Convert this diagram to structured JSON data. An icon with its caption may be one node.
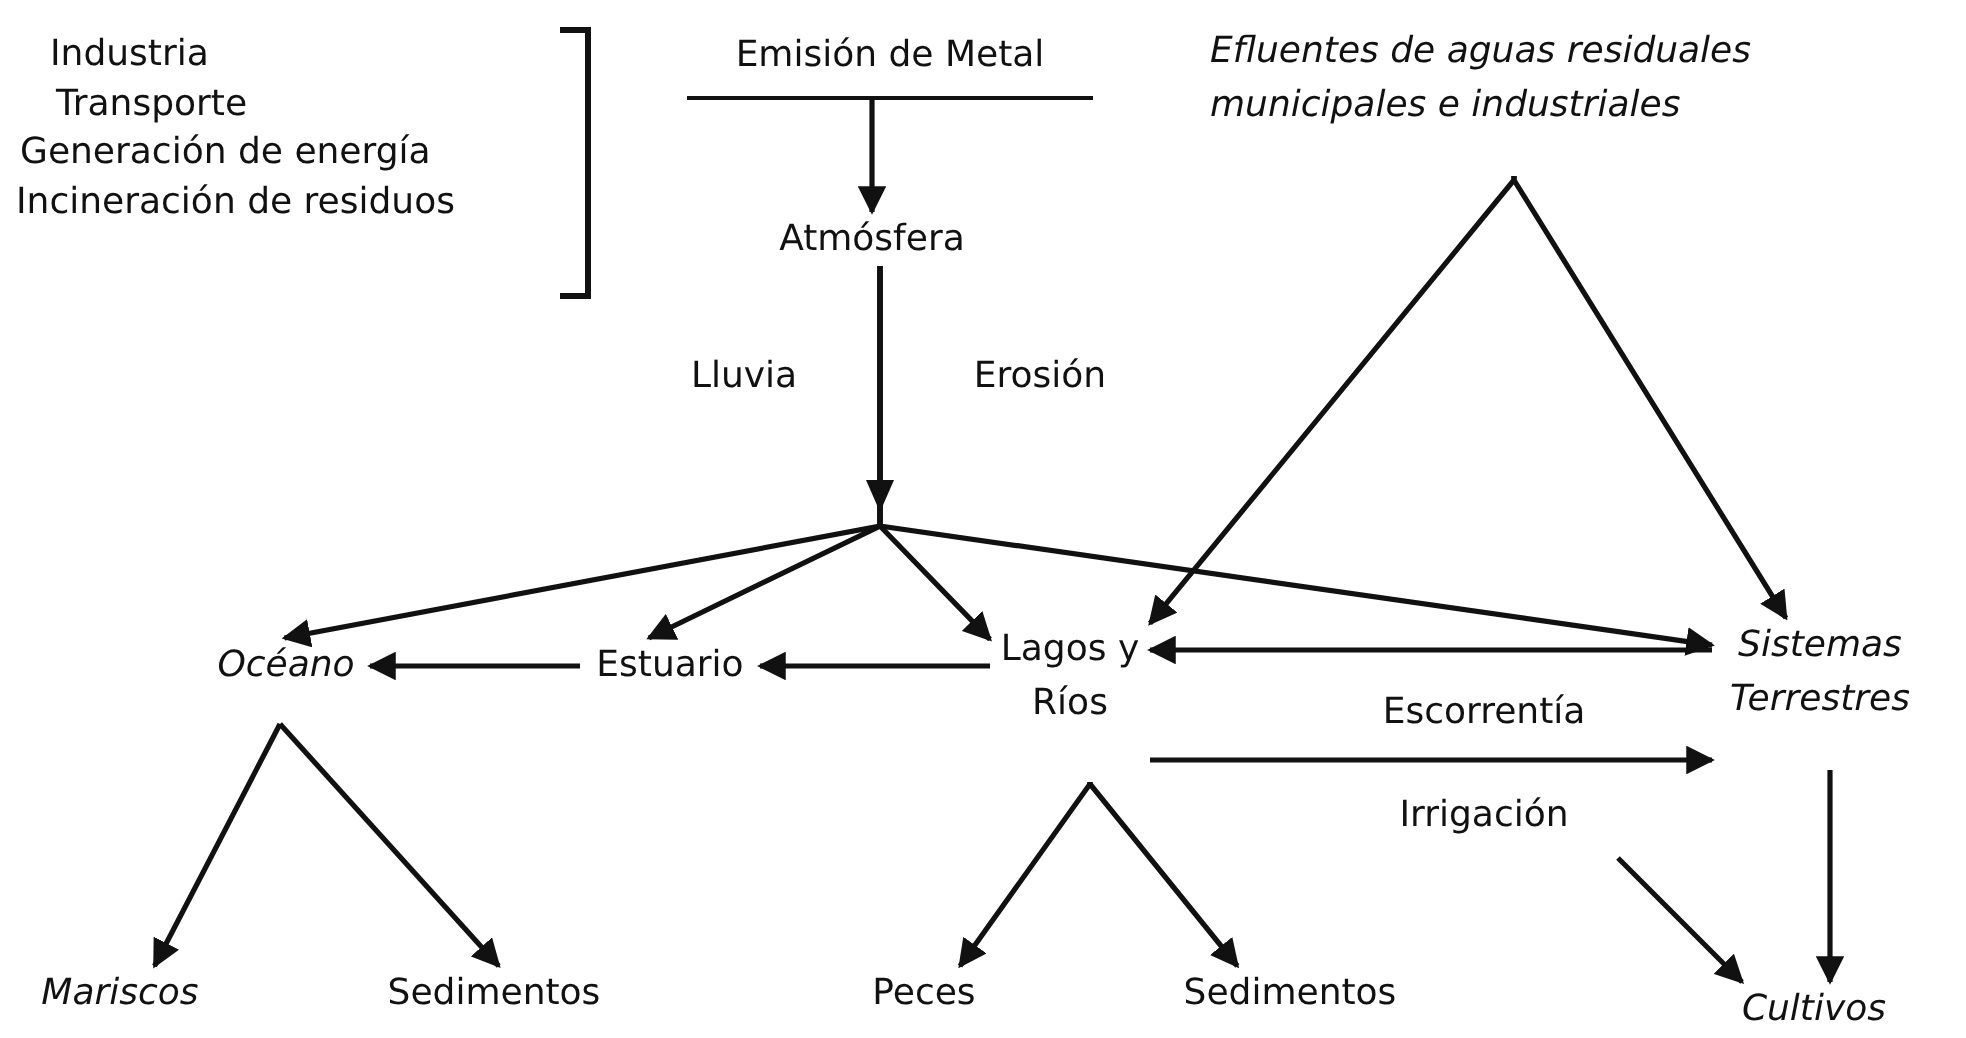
{
  "diagram": {
    "nodes": [
      {
        "text": [
          "Emisión de Metal"
        ]
      },
      {
        "text": [
          "Atmósfera"
        ]
      },
      {
        "text": [
          "Efluentes de aguas residuales municipales e industriales"
        ]
      },
      {
        "text": [
          "Océano"
        ]
      },
      {
        "text": [
          "Estuario"
        ]
      },
      {
        "text": [
          "Lagos y Ríos"
        ]
      },
      {
        "text": [
          "Sistemas Terrestres"
        ]
      },
      {
        "text": [
          "Irrigación"
        ]
      },
      {
        "text": [
          "Mariscos"
        ]
      },
      {
        "text": [
          "Sedimentos"
        ]
      },
      {
        "text": [
          "Peces"
        ]
      },
      {
        "text": [
          "Sedimentos"
        ]
      },
      {
        "text": [
          "Cultivos"
        ]
      }
    ],
    "edges": [
      {
        "from": 0,
        "to": 1,
        "arrow": "to"
      },
      {
        "from": 1,
        "to": 3,
        "arrow": "to"
      },
      {
        "from": 1,
        "to": 4,
        "arrow": "to"
      },
      {
        "from": 1,
        "to": 5,
        "arrow": "to"
      },
      {
        "from": 1,
        "to": 6,
        "arrow": "to"
      },
      {
        "from": 2,
        "to": 5,
        "arrow": "to"
      },
      {
        "from": 2,
        "to": 6,
        "arrow": "to"
      },
      {
        "from": 4,
        "to": 3,
        "arrow": "to"
      },
      {
        "from": 5,
        "to": 4,
        "arrow": "to"
      },
      {
        "from": 6,
        "to": 5,
        "arrow": "to",
        "label": "Escorrentía"
      },
      {
        "from": 5,
        "to": 6,
        "arrow": "to"
      },
      {
        "from": 3,
        "to": 8,
        "arrow": "to"
      },
      {
        "from": 3,
        "to": 9,
        "arrow": "to"
      },
      {
        "from": 5,
        "to": 10,
        "arrow": "to"
      },
      {
        "from": 5,
        "to": 11,
        "arrow": "to"
      },
      {
        "from": 7,
        "to": 12,
        "arrow": "to"
      },
      {
        "from": 6,
        "to": 12,
        "arrow": "to"
      }
    ],
    "labels": [
      "Industria",
      "Transporte",
      "Generación de energía",
      "Incineración de residuos",
      "Lluvia",
      "Erosión"
    ]
  }
}
